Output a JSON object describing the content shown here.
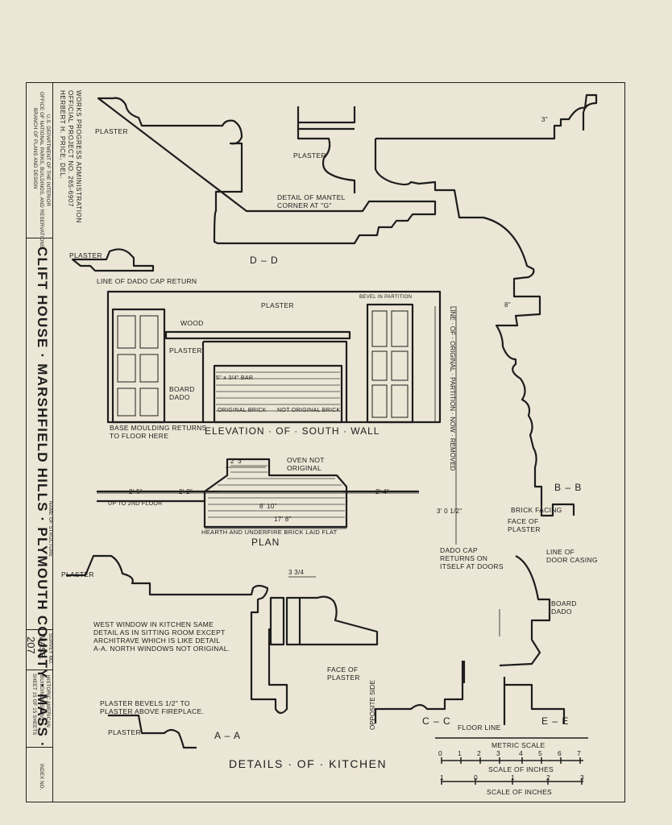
{
  "title_block": {
    "office_lines": [
      "U.S. DEPARTMENT OF THE INTERIOR",
      "OFFICE OF NATIONAL PARKS, BUILDINGS, AND RESERVATIONS",
      "BRANCH OF PLANS AND DESIGN"
    ],
    "wpa_lines": [
      "WORKS PROGRESS ADMINISTRATION",
      "OFFICIAL PROJECT NO. 265-6907",
      "HERBERT H. PRICE, DEL."
    ],
    "structure_name_label": "NAME OF STRUCTURE",
    "structure_name": "CLIFT HOUSE · MARSHFIELD HILLS · PLYMOUTH COUNTY · MASS ·",
    "survey_no_label": "SURVEY NO.",
    "survey_no": "MASS.",
    "survey_no_2": "207",
    "habs_lines": [
      "HISTORIC AMERICAN",
      "BUILDINGS SURVEY"
    ],
    "sheet_line": "SHEET 15 OF 15 SHEETS",
    "index_label": "INDEX NO."
  },
  "sheet_title": "DETAILS · OF · KITCHEN",
  "labels": {
    "plaster_dd": "PLASTER",
    "plaster_left": "PLASTER",
    "dd": "D – D",
    "line_dado": "LINE OF DADO CAP RETURN",
    "mantel_plaster": "PLASTER",
    "mantel_detail_1": "DETAIL OF MANTEL",
    "mantel_detail_2": "CORNER AT \"G\"",
    "elev_plaster": "PLASTER",
    "bevel": "BEVEL IN PARTITION",
    "wood": "WOOD",
    "plaster2": "PLASTER",
    "board_dado_1": "BOARD",
    "board_dado_2": "DADO",
    "base_moulding_1": "BASE MOULDING RETURNS",
    "base_moulding_2": "TO FLOOR HERE",
    "elevation_title": "ELEVATION · OF · SOUTH · WALL",
    "original_brick": "ORIGINAL BRICK",
    "not_original_brick": "NOT ORIGINAL BRICK",
    "bar": "5\" x 3/4\" BAR",
    "line_partition": "LINE · OF · ORIGINAL · PARTITION · NOW · REMOVED",
    "oven_1": "OVEN NOT",
    "oven_2": "ORIGINAL",
    "up_to_2nd": "UP TO 2ND FLOOR",
    "hearth": "HEARTH AND UNDERFIRE BRICK LAID FLAT",
    "plan": "PLAN",
    "dim_2_3": "2' 3\"",
    "dim_2_5": "2' 5\"",
    "dim_2_2": "2' 2\"",
    "dim_2_4": "2' 4\"",
    "dim_17_8": "17' 8\"",
    "dim_8_10": "8' 10\"",
    "dim_3_0": "3' 0 1/2\"",
    "bb": "B – B",
    "brick_facing": "BRICK FACING",
    "face_plaster_1": "FACE OF",
    "face_plaster_2": "PLASTER",
    "line_door_1": "LINE OF",
    "line_door_2": "DOOR CASING",
    "dado_cap_1": "DADO CAP",
    "dado_cap_2": "RETURNS ON",
    "dado_cap_3": "ITSELF AT DOORS",
    "board_dado_bb_1": "BOARD",
    "board_dado_bb_2": "DADO",
    "plaster_aa": "PLASTER",
    "west_window_1": "WEST WINDOW IN KITCHEN SAME",
    "west_window_2": "DETAIL AS IN SITTING ROOM EXCEPT",
    "west_window_3": "ARCHITRAVE WHICH IS LIKE DETAIL",
    "west_window_4": "A-A. NORTH WINDOWS NOT ORIGINAL.",
    "plaster_bevels_1": "PLASTER BEVELS 1/2\" TO",
    "plaster_bevels_2": "PLASTER ABOVE FIREPLACE.",
    "plaster_aa2": "PLASTER",
    "aa": "A – A",
    "dim_3_3": "3 3/4",
    "face_of_plaster_cc_1": "FACE OF",
    "face_of_plaster_cc_2": "PLASTER",
    "opposite_side": "OPPOSITE SIDE",
    "cc": "C – C",
    "floor_line": "FLOOR LINE",
    "ee": "E – E",
    "dim_3": "3\"",
    "dim_8": "8\""
  },
  "scales": {
    "metric_label": "METRIC SCALE",
    "metric_ticks": [
      "0",
      "1",
      "2",
      "3",
      "4",
      "5",
      "6",
      "7"
    ],
    "inches_label_1": "SCALE OF INCHES",
    "inch_ticks": [
      "1",
      "0",
      "1",
      "2",
      "3"
    ],
    "inches_label_2": "SCALE OF INCHES"
  }
}
